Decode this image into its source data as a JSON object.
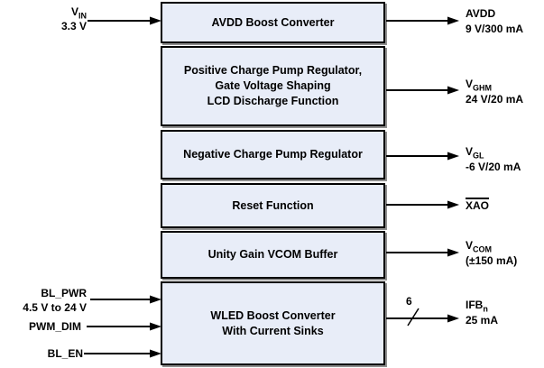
{
  "diagram": {
    "blocks": [
      {
        "id": "avdd-boost-converter",
        "lines": [
          "AVDD Boost Converter"
        ]
      },
      {
        "id": "positive-charge-pump",
        "lines": [
          "Positive Charge Pump Regulator,",
          "Gate Voltage Shaping",
          "LCD Discharge Function"
        ]
      },
      {
        "id": "negative-charge-pump",
        "lines": [
          "Negative Charge Pump Regulator"
        ]
      },
      {
        "id": "reset-function",
        "lines": [
          "Reset Function"
        ]
      },
      {
        "id": "unity-gain-vcom-buffer",
        "lines": [
          "Unity Gain VCOM Buffer"
        ]
      },
      {
        "id": "wled-boost-converter",
        "lines": [
          "WLED Boost Converter",
          "With Current Sinks"
        ]
      }
    ],
    "inputs": [
      {
        "base": "V",
        "sub": "IN",
        "spec": "3.3 V"
      },
      {
        "base": "BL_PWR",
        "sub": "",
        "spec": "4.5 V to 24 V"
      },
      {
        "base": "PWM_DIM",
        "sub": "",
        "spec": ""
      },
      {
        "base": "BL_EN",
        "sub": "",
        "spec": ""
      }
    ],
    "outputs": [
      {
        "base": "AVDD",
        "sub": "",
        "spec": "9 V/300 mA"
      },
      {
        "base": "V",
        "sub": "GHM",
        "spec": "24 V/20 mA"
      },
      {
        "base": "V",
        "sub": "GL",
        "spec": "-6 V/20 mA"
      },
      {
        "base": "XAO",
        "sub": "",
        "spec": ""
      },
      {
        "base": "V",
        "sub": "COM",
        "spec": "(±150 mA)"
      },
      {
        "base": "IFB",
        "sub": "n",
        "spec": "25 mA",
        "bus": "6"
      }
    ],
    "colors": {
      "block_fill": "#e8edf8",
      "block_border": "#000000",
      "block_shadow": "#8f8f8f",
      "arrow": "#000000"
    }
  }
}
